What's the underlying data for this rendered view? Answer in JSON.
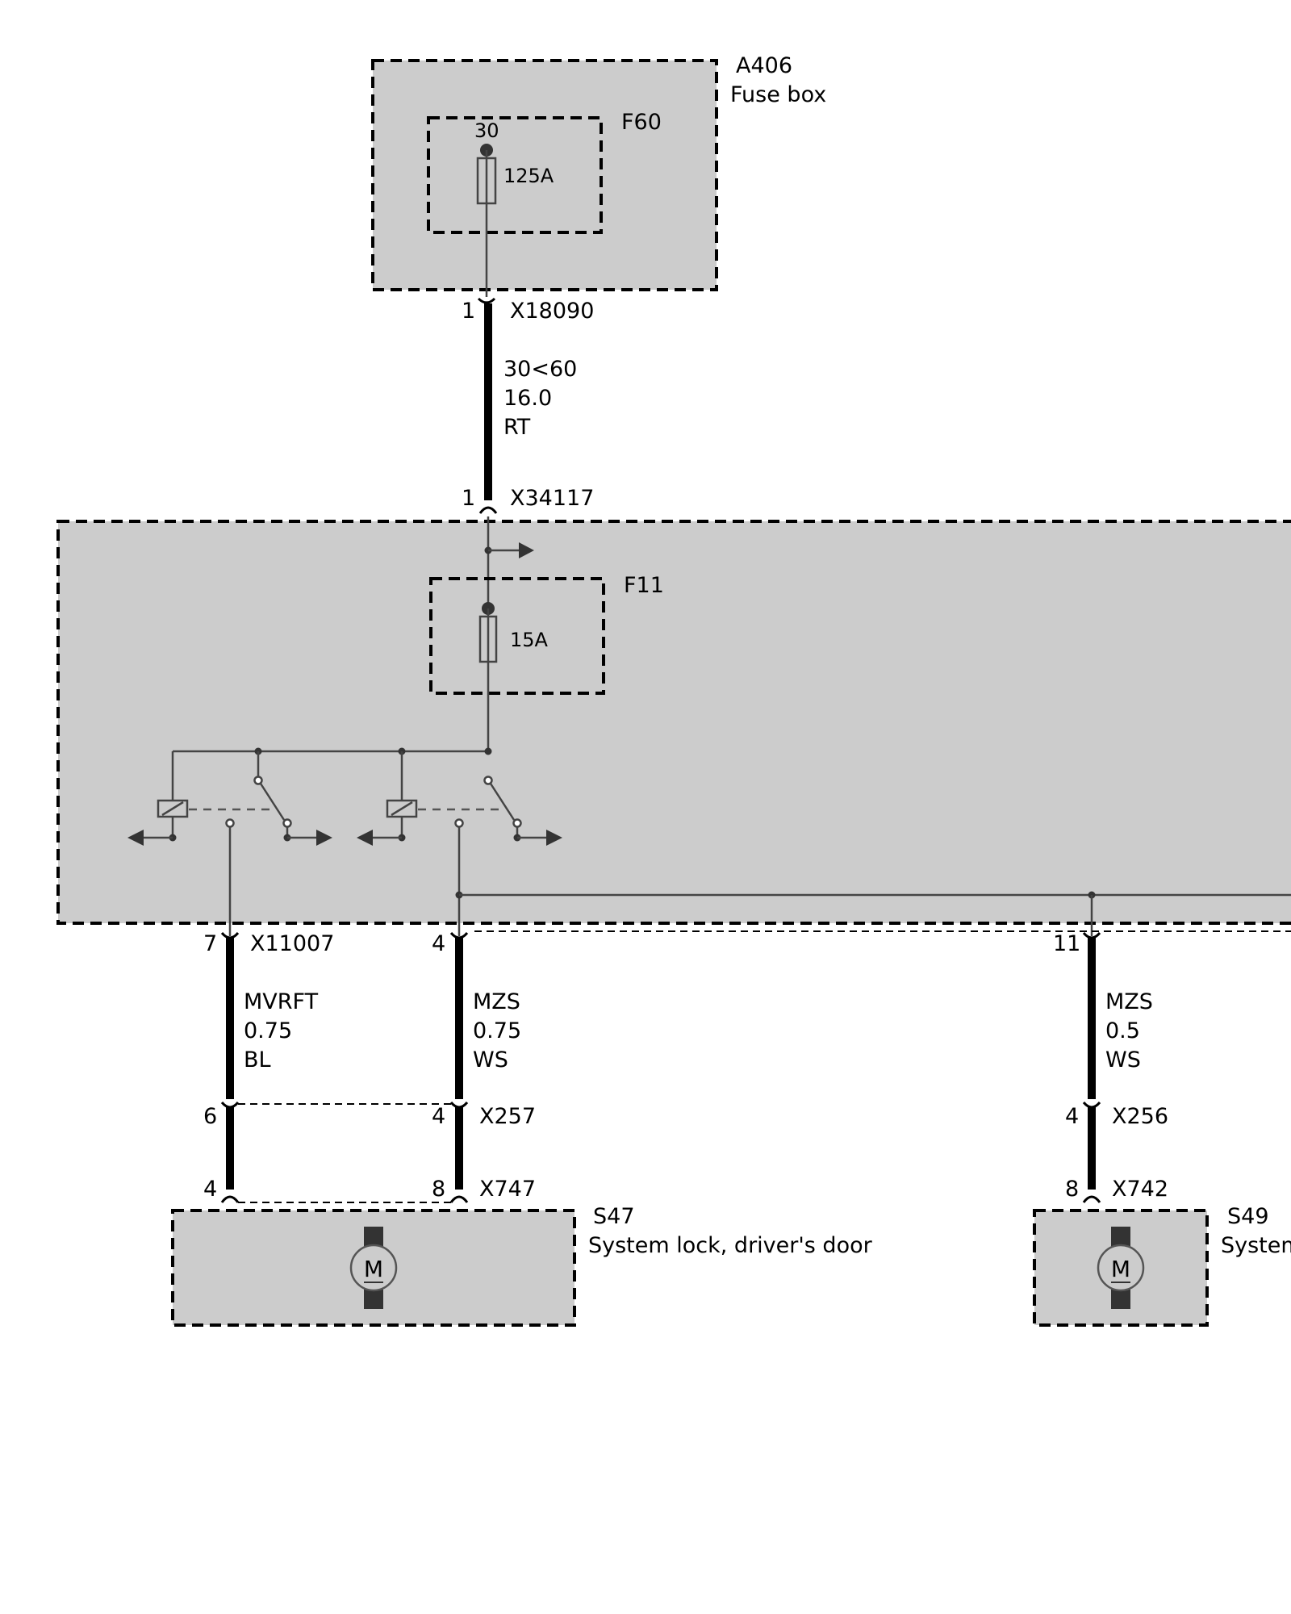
{
  "components": {
    "fuse_box": {
      "id": "A406",
      "name": "Fuse box"
    },
    "f60": {
      "id": "F60",
      "terminal": "30",
      "rating": "125A"
    },
    "f11": {
      "id": "F11",
      "rating": "15A"
    },
    "s47": {
      "id": "S47",
      "name": "System lock, driver's door"
    },
    "s49": {
      "id": "S49",
      "name": "System"
    },
    "motor_symbol": "M"
  },
  "connectors": {
    "x18090": {
      "pin": "1",
      "name": "X18090"
    },
    "x34117": {
      "pin": "1",
      "name": "X34117"
    },
    "x11007_a": {
      "pin": "7",
      "name": "X11007"
    },
    "x11007_b": {
      "pin": "4"
    },
    "x11007_c": {
      "pin": "11"
    },
    "x257_a": {
      "pin": "6"
    },
    "x257_b": {
      "pin": "4",
      "name": "X257"
    },
    "x747_a": {
      "pin": "4"
    },
    "x747_b": {
      "pin": "8",
      "name": "X747"
    },
    "x256": {
      "pin": "4",
      "name": "X256"
    },
    "x742": {
      "pin": "8",
      "name": "X742"
    }
  },
  "wires": {
    "w_main": {
      "signal": "30<60",
      "size": "16.0",
      "color": "RT"
    },
    "w_mvrft": {
      "signal": "MVRFT",
      "size": "0.75",
      "color": "BL"
    },
    "w_mzs1": {
      "signal": "MZS",
      "size": "0.75",
      "color": "WS"
    },
    "w_mzs2": {
      "signal": "MZS",
      "size": "0.5",
      "color": "WS"
    }
  },
  "colors": {
    "box_fill": "#cccccc",
    "line": "#000000",
    "background": "#ffffff"
  }
}
